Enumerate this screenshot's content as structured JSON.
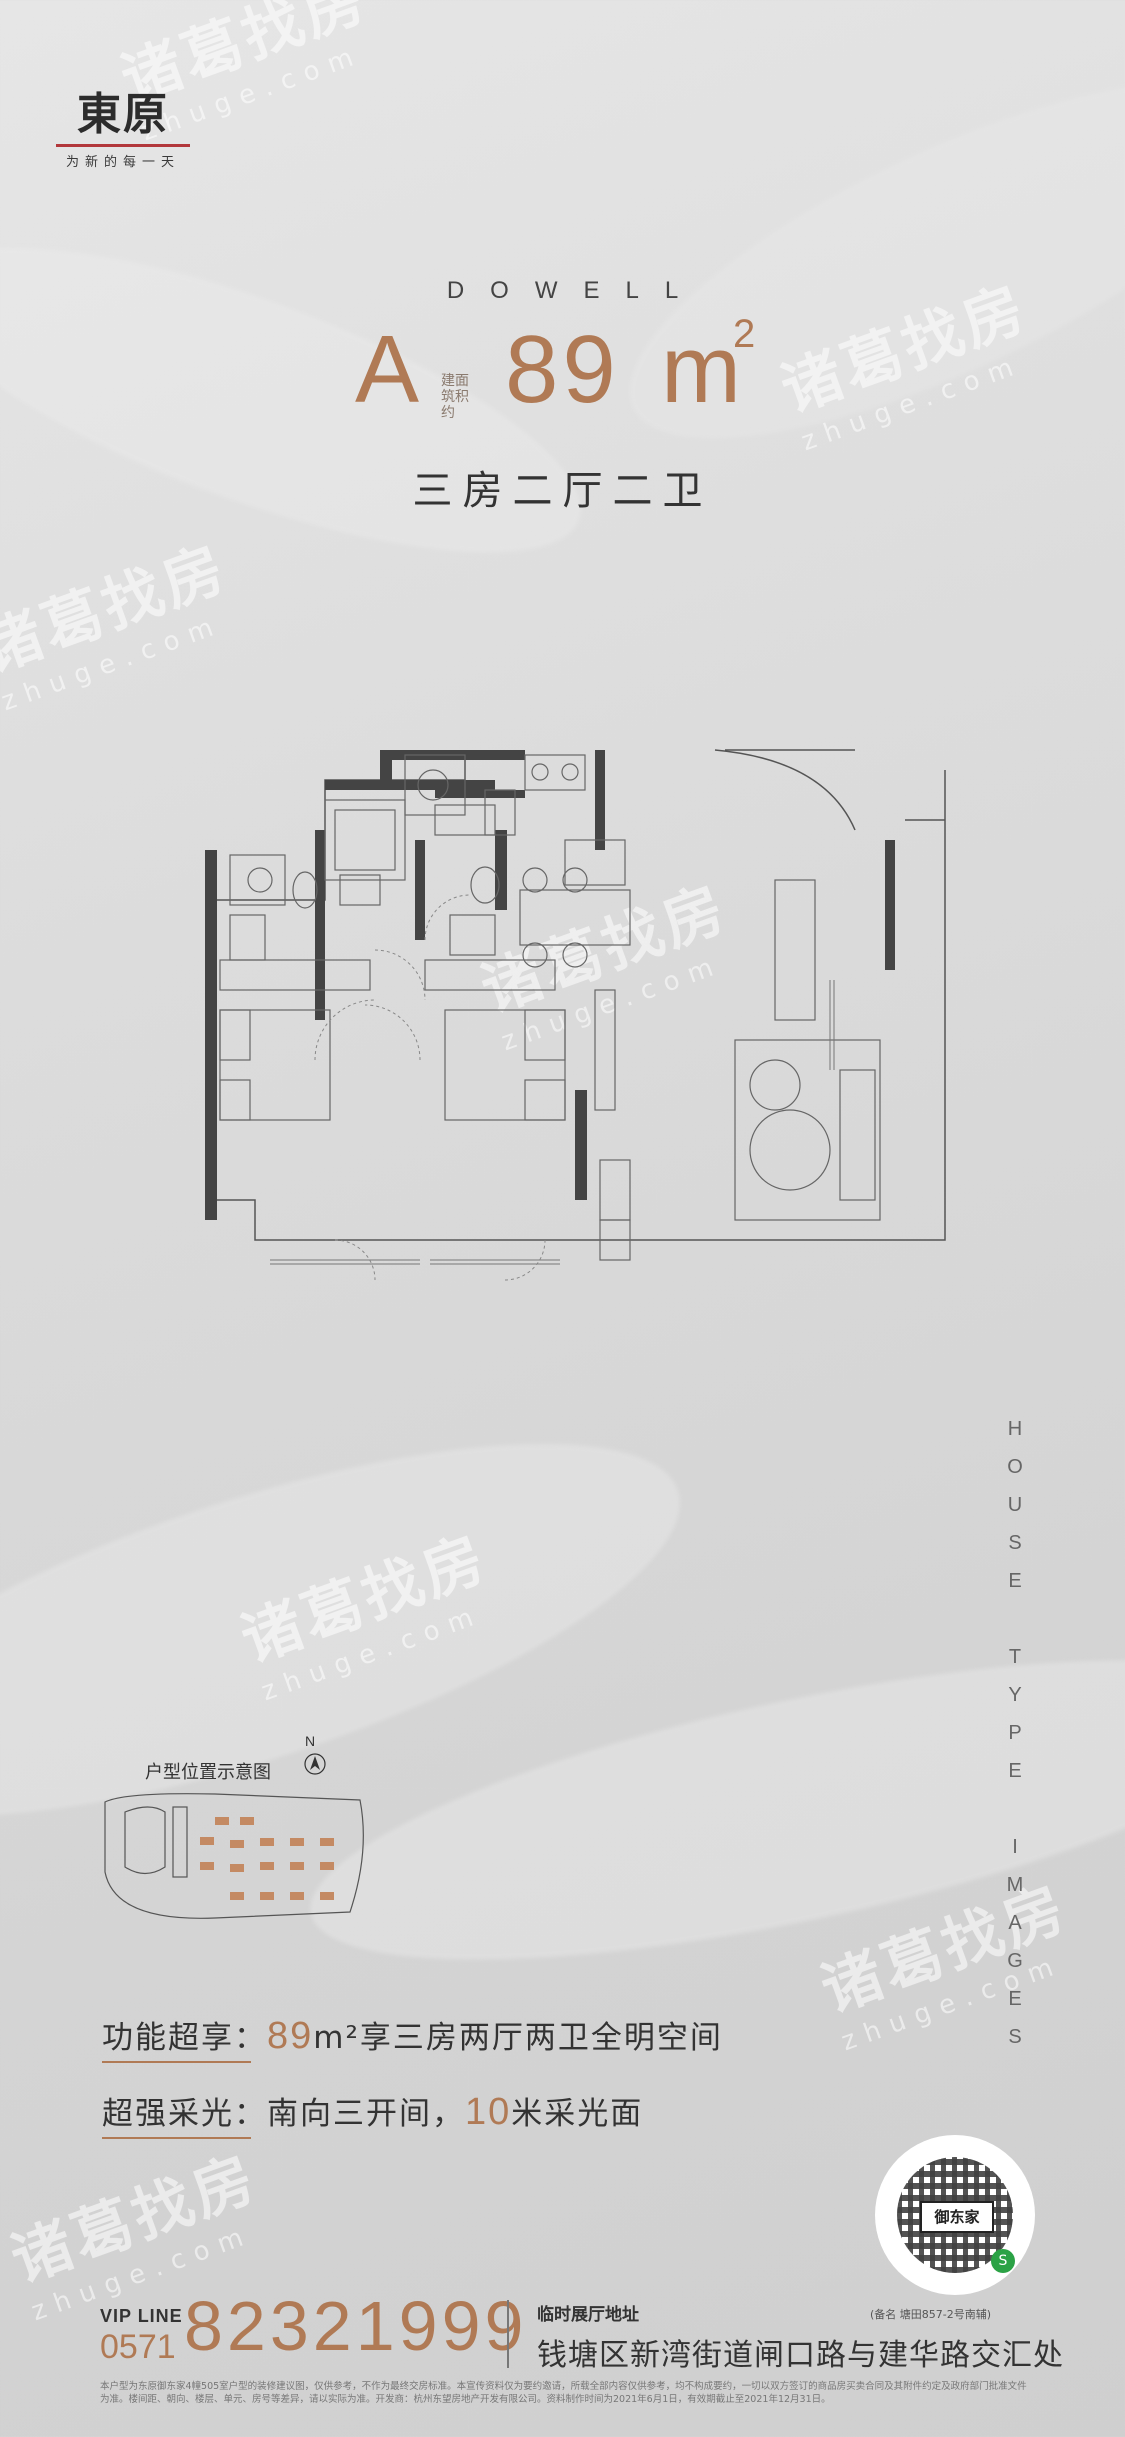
{
  "brand": {
    "logo_text": "東原",
    "slogan": "为新的每一天",
    "accent_color": "#b07a55",
    "logo_bar_color": "#b2373b"
  },
  "header": {
    "project_name": "DOWELL",
    "unit_type": "A",
    "area_note_line1": "建面",
    "area_note_line2": "约",
    "area_note_line3": "筑积",
    "area_value": "89",
    "area_unit": "m",
    "area_sup": "2",
    "layout": "三房二厅二卫"
  },
  "watermark": {
    "cn": "诸葛找房",
    "en": "zhuge.com"
  },
  "side_text": [
    "H",
    "O",
    "U",
    "S",
    "E",
    "",
    "T",
    "Y",
    "P",
    "E",
    "",
    "I",
    "M",
    "A",
    "G",
    "E",
    "S"
  ],
  "minimap": {
    "label": "户型位置示意图",
    "north": "N"
  },
  "features": [
    {
      "label": "功能超享：",
      "num": "89",
      "unit": "m²",
      "text": "享三房两厅两卫全明空间"
    },
    {
      "label": "超强采光：",
      "prefix": "南向三开间，",
      "num": "10",
      "text": "米采光面"
    }
  ],
  "qr": {
    "label": "御东家",
    "badge": "S"
  },
  "footer": {
    "vip_label": "VIP LINE",
    "area_code": "0571",
    "phone": "82321999",
    "showroom_label": "临时展厅地址",
    "showroom_note": "(备名 塘田857-2号南辅)",
    "showroom_address": "钱塘区新湾街道闸口路与建华路交汇处",
    "disclaimer": "本户型为东原御东家4幢505室户型的装修建议图，仅供参考，不作为最终交房标准。本宣传资料仅为要约邀请，所载全部内容仅供参考，均不构成要约，一切以双方签订的商品房买卖合同及其附件约定及政府部门批准文件为准。楼间距、朝向、楼层、单元、房号等差异，请以实际为准。开发商：杭州东望房地产开发有限公司。资料制作时间为2021年6月1日，有效期截止至2021年12月31日。"
  }
}
